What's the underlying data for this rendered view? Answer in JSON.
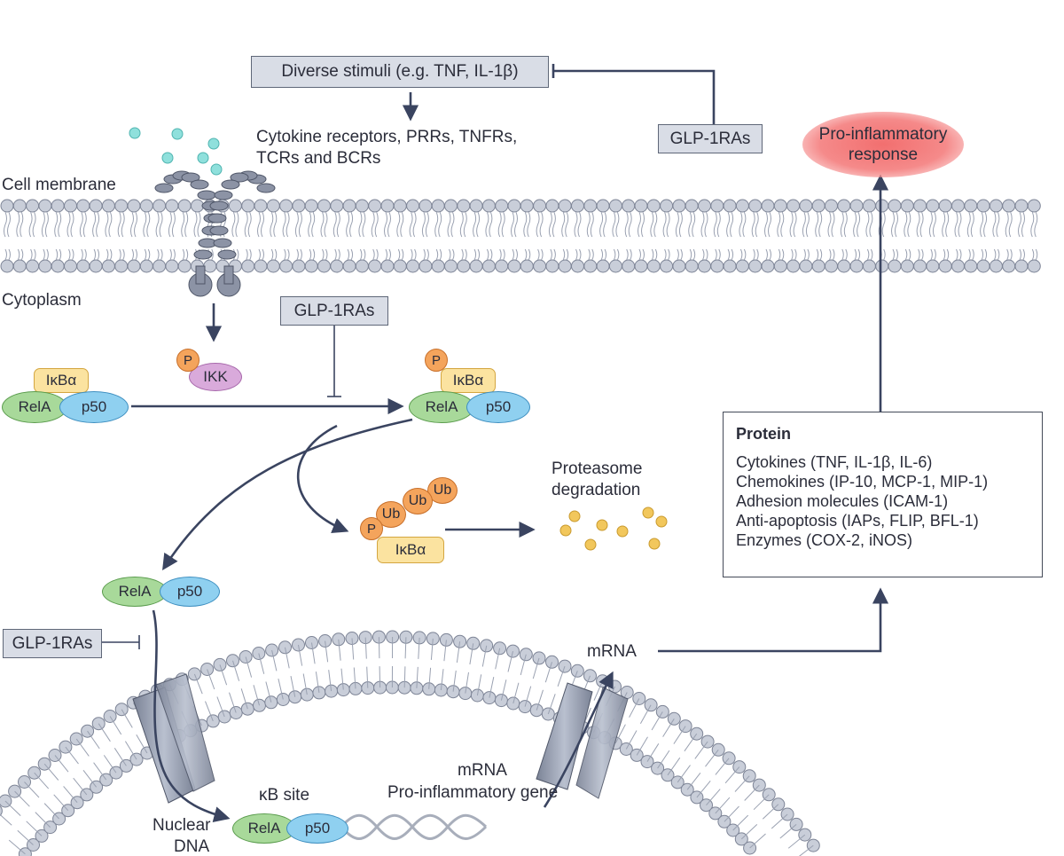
{
  "stimuli": "Diverse stimuli (e.g. TNF, IL-1β)",
  "receptors": [
    "Cytokine receptors, PRRs, TNFRs,",
    "TCRs and BCRs"
  ],
  "glp1ras": "GLP-1RAs",
  "cell_membrane": "Cell membrane",
  "cytoplasm": "Cytoplasm",
  "response": [
    "Pro-inflammatory",
    "response"
  ],
  "proteasome": [
    "Proteasome",
    "degradation"
  ],
  "proteins": {
    "p": "P",
    "ikk": "IKK",
    "ikba": "IκBα",
    "rela": "RelA",
    "p50": "p50",
    "ub": "Ub"
  },
  "protein_box": {
    "title": "Protein",
    "items": [
      "Cytokines (TNF, IL-1β, IL-6)",
      "Chemokines (IP-10, MCP-1, MIP-1)",
      "Adhesion molecules (ICAM-1)",
      "Anti-apoptosis (IAPs, FLIP, BFL-1)",
      "Enzymes (COX-2, iNOS)"
    ]
  },
  "mrna": "mRNA",
  "gene": [
    "mRNA",
    "Pro-inflammatory gene"
  ],
  "kb_site": "κB site",
  "nuclear_dna": [
    "Nuclear",
    "DNA"
  ],
  "colors": {
    "arrow": "#3a4460",
    "membrane_head": "#c9ced9",
    "rela": "#a8d99a",
    "p50": "#8fd0f0",
    "ikba": "#fbe3a0",
    "phospho": "#f4a45c",
    "ikk": "#d9aadb",
    "response": "#f26f6f",
    "proteasome_dots": "#f2c75c",
    "stimulus_dots": "#8fe0dc"
  }
}
